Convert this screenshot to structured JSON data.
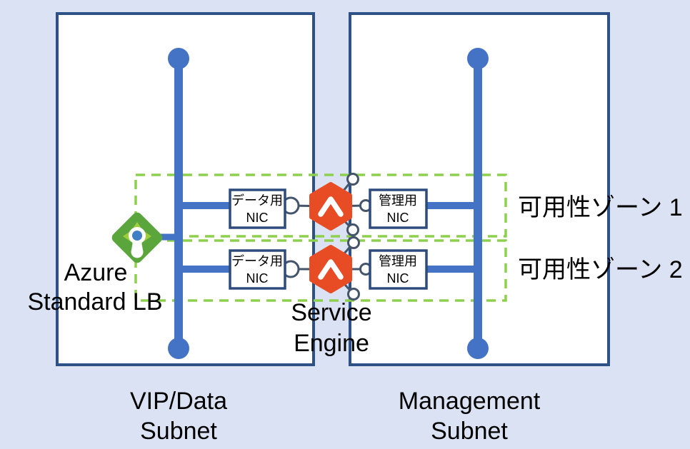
{
  "diagram_title_visible": false,
  "colors": {
    "background": "#dbe2f3",
    "subnet_box_fill": "#ffffff",
    "subnet_box_border": "#2e5288",
    "bus_blue": "#4472c4",
    "zone_dash_green": "#8dd04e",
    "nic_box_border": "#2d4b7d",
    "port_outline": "#44546a",
    "service_engine_orange": "#e74c25",
    "lb_diamond_green": "#5aa53c",
    "lb_arrow_green": "#9fce3d",
    "lb_dot_blue": "#3f7fc6",
    "text": "#000000"
  },
  "subnets": [
    {
      "name_line1": "VIP/Data",
      "name_line2": "Subnet"
    },
    {
      "name_line1": "Management",
      "name_line2": "Subnet"
    }
  ],
  "zones": [
    {
      "label": "可用性ゾーン 1",
      "data_nic_line1": "データ用",
      "data_nic_line2": "NIC",
      "mgmt_nic_line1": "管理用",
      "mgmt_nic_line2": "NIC"
    },
    {
      "label": "可用性ゾーン 2",
      "data_nic_line1": "データ用",
      "data_nic_line2": "NIC",
      "mgmt_nic_line1": "管理用",
      "mgmt_nic_line2": "NIC"
    }
  ],
  "load_balancer": {
    "label_line1": "Azure",
    "label_line2": "Standard LB"
  },
  "service_engine": {
    "label_line1": "Service",
    "label_line2": "Engine"
  }
}
